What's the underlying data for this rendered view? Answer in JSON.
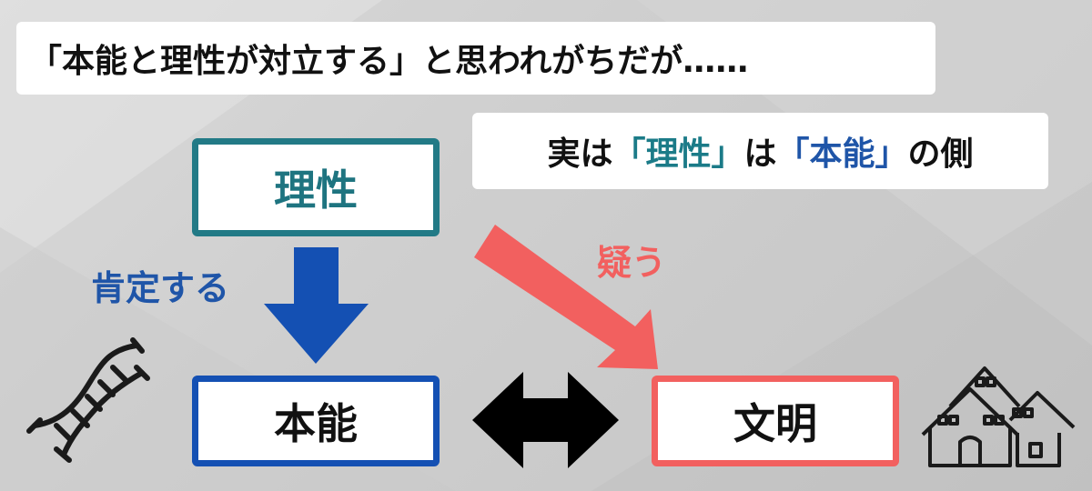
{
  "callouts": {
    "top": "「本能と理性が対立する」と思われがちだが……",
    "mid": {
      "p1": "実は",
      "p2": "「理性」",
      "p3": "は",
      "p4": "「本能」",
      "p5": "の側"
    }
  },
  "nodes": {
    "reason": "理性",
    "instinct": "本能",
    "civilization": "文明"
  },
  "edges": {
    "affirm": "肯定する",
    "doubt": "疑う"
  },
  "icons": {
    "left": "dna-icon",
    "right": "houses-icon"
  },
  "colors": {
    "teal": "#227a86",
    "blue": "#1450b3",
    "red": "#f2605f",
    "black": "#000000"
  }
}
